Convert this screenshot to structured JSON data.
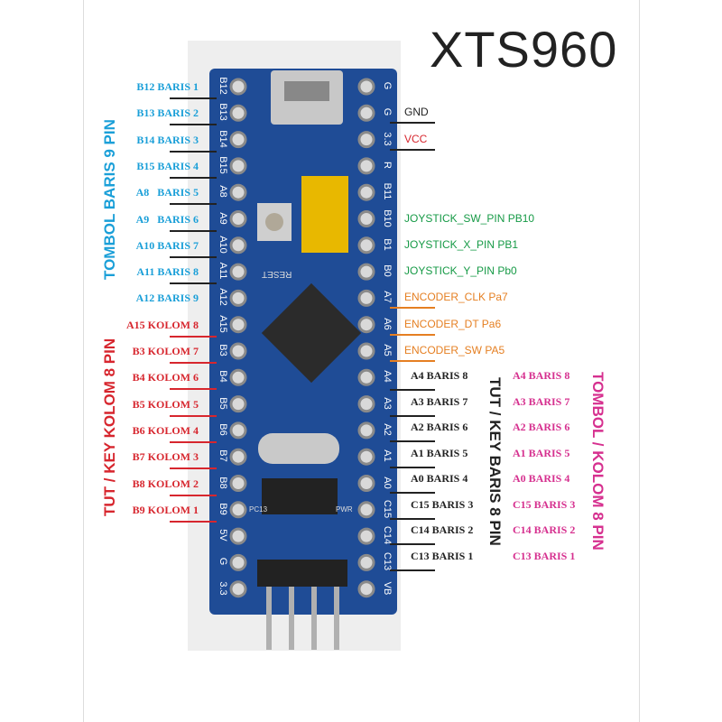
{
  "title": "XTS960",
  "colors": {
    "baris_left": "#1a9fd8",
    "kolom_left": "#d7262e",
    "power": "#d7262e",
    "joystick": "#169a46",
    "encoder": "#e57f22",
    "right_inner": "#222222",
    "right_outer": "#d6308f",
    "board": "#1f4c96"
  },
  "left_group_titles": [
    "TOMBOL BARIS 9 PIN",
    "TUT / KEY KOLOM 8 PIN"
  ],
  "right_group_titles": [
    "TUT / KEY BARIS 8 PIN",
    "TOMBOL / KOLOM 8 PIN"
  ],
  "left_labels": [
    "B12 BARIS 1",
    "B13 BARIS 2",
    "B14 BARIS 3",
    "B15 BARIS 4",
    "A8   BARIS 5",
    "A9   BARIS 6",
    "A10 BARIS 7",
    "A11 BARIS 8",
    "A12 BARIS 9",
    "A15 KOLOM 8",
    "B3 KOLOM 7",
    "B4 KOLOM 6",
    "B5 KOLOM 5",
    "B6 KOLOM 4",
    "B7 KOLOM 3",
    "B8 KOLOM 2",
    "B9 KOLOM 1"
  ],
  "power_labels": [
    "GND",
    "VCC"
  ],
  "joystick_labels": [
    "JOYSTICK_SW_PIN PB10",
    "JOYSTICK_X_PIN PB1",
    "JOYSTICK_Y_PIN Pb0"
  ],
  "encoder_labels": [
    "ENCODER_CLK Pa7",
    "ENCODER_DT Pa6",
    "ENCODER_SW PA5"
  ],
  "right_inner_labels": [
    "A4 BARIS 8",
    "A3 BARIS 7",
    "A2 BARIS 6",
    "A1 BARIS 5",
    "A0 BARIS 4",
    "C15 BARIS 3",
    "C14 BARIS 2",
    "C13 BARIS 1"
  ],
  "right_outer_labels": [
    "A4 BARIS 8",
    "A3 BARIS 7",
    "A2 BARIS 6",
    "A1 BARIS 5",
    "A0 BARIS 4",
    "C15 BARIS 3",
    "C14 BARIS 2",
    "C13 BARIS 1"
  ],
  "board_left_pins": [
    "B12",
    "B13",
    "B14",
    "B15",
    "A8",
    "A9",
    "A10",
    "A11",
    "A12",
    "A15",
    "B3",
    "B4",
    "B5",
    "B6",
    "B7",
    "B8",
    "B9",
    "5V",
    "G",
    "3.3"
  ],
  "board_right_pins": [
    "G",
    "G",
    "3.3",
    "R",
    "B11",
    "B10",
    "B1",
    "B0",
    "A7",
    "A6",
    "A5",
    "A4",
    "A3",
    "A2",
    "A1",
    "A0",
    "C15",
    "C14",
    "C13",
    "VB"
  ],
  "board_text": {
    "reset": "RESET",
    "pc13": "PC13",
    "pwr": "PWR"
  }
}
